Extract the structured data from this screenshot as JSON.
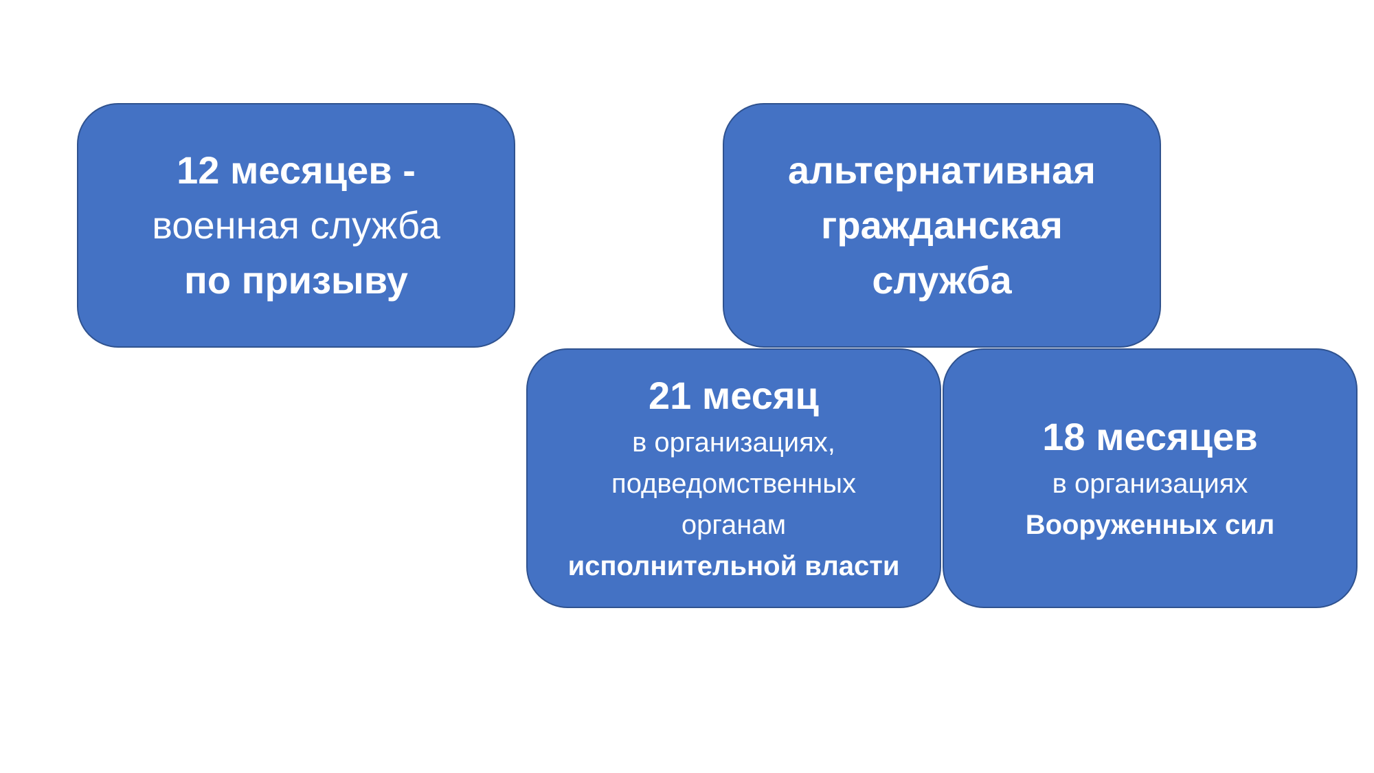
{
  "military": {
    "line1": "12 месяцев -",
    "line2": "военная служба",
    "line3": "по призыву"
  },
  "alternative": {
    "line1": "альтернативная",
    "line2": "гражданская",
    "line3": "служба"
  },
  "executive": {
    "title": "21 месяц",
    "line1": "в организациях,",
    "line2": "подведомственных",
    "line3": "органам",
    "line4": "исполнительной власти"
  },
  "armed": {
    "title": "18 месяцев",
    "line1": "в организациях",
    "line2": "Вооруженных сил"
  },
  "colors": {
    "box_fill": "#4472C4",
    "box_border": "#2F528F",
    "text": "#FFFFFF"
  }
}
